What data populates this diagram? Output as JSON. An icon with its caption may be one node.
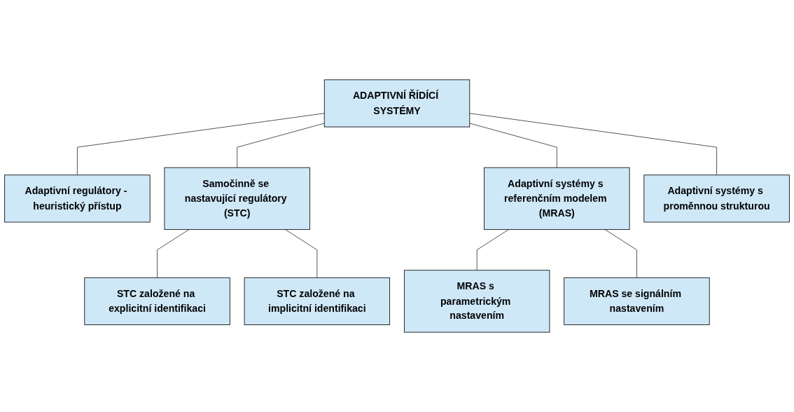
{
  "diagram": {
    "nodes": [
      {
        "text": [
          "ADAPTIVNÍ ŘÍDÍCÍ SYSTÉMY"
        ]
      },
      {
        "text": [
          "Adaptivní regulátory - heuristický přístup"
        ]
      },
      {
        "text": [
          "Samočinně se nastavující regulátory (STC)"
        ]
      },
      {
        "text": [
          "Adaptivní systémy s referenčním modelem (MRAS)"
        ]
      },
      {
        "text": [
          "Adaptivní systémy s proměnnou strukturou"
        ]
      },
      {
        "text": [
          "STC založené na explicitní identifikaci"
        ]
      },
      {
        "text": [
          "STC založené na implicitní identifikaci"
        ]
      },
      {
        "text": [
          "MRAS s parametrickým nastavením"
        ]
      },
      {
        "text": [
          "MRAS se signálním nastavením"
        ]
      }
    ],
    "edges": [
      {
        "from": 0,
        "to": 1,
        "arrow": "none"
      },
      {
        "from": 0,
        "to": 2,
        "arrow": "none"
      },
      {
        "from": 0,
        "to": 3,
        "arrow": "none"
      },
      {
        "from": 0,
        "to": 4,
        "arrow": "none"
      },
      {
        "from": 2,
        "to": 5,
        "arrow": "none"
      },
      {
        "from": 2,
        "to": 6,
        "arrow": "none"
      },
      {
        "from": 3,
        "to": 7,
        "arrow": "none"
      },
      {
        "from": 3,
        "to": 8,
        "arrow": "none"
      }
    ]
  }
}
